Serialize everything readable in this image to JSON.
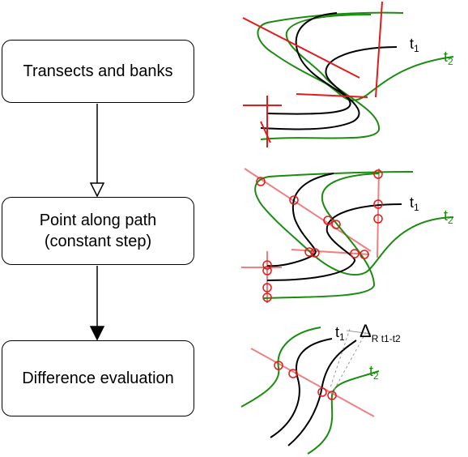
{
  "steps": [
    {
      "label": "Transects and banks"
    },
    {
      "label_line1": "Point along path",
      "label_line2": "(constant step)"
    },
    {
      "label": "Difference evaluation"
    }
  ],
  "labels": {
    "t1_base": "t",
    "t1_sub": "1",
    "t2_base": "t",
    "t2_sub": "2",
    "delta_symbol": "Δ",
    "delta_sub": "R t1-t2"
  },
  "colors": {
    "bank_t1": "#000000",
    "bank_t2": "#1a8c0f",
    "transect": "#e31a1c",
    "transect_light": "#f08080",
    "marker": "#e31a1c"
  }
}
